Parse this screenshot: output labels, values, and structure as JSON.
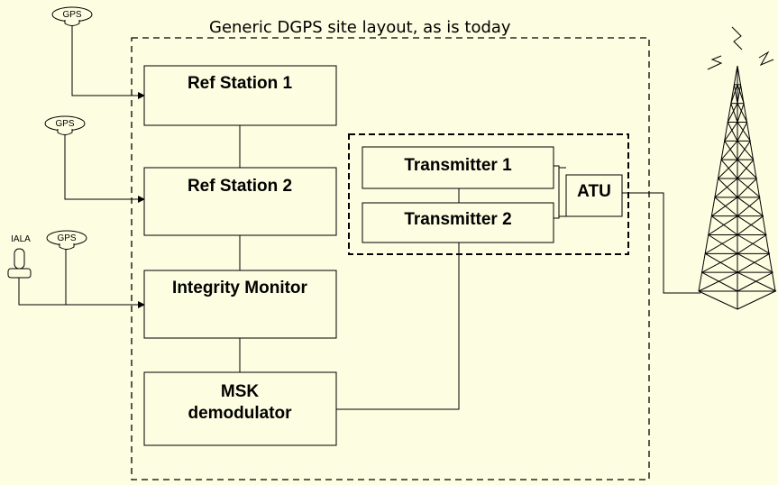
{
  "diagram": {
    "title": "Generic DGPS site layout, as is today",
    "boxes": {
      "ref1": "Ref Station 1",
      "ref2": "Ref Station 2",
      "integrity": "Integrity Monitor",
      "msk_line1": "MSK",
      "msk_line2": "demodulator",
      "tx1": "Transmitter 1",
      "tx2": "Transmitter 2",
      "atu": "ATU"
    },
    "antennas": {
      "gps1": "GPS",
      "gps2": "GPS",
      "gps3": "GPS",
      "iala": "IALA"
    },
    "colors": {
      "background": "#fdfde1",
      "line": "#000000",
      "box_fill": "#fdfde1"
    }
  }
}
